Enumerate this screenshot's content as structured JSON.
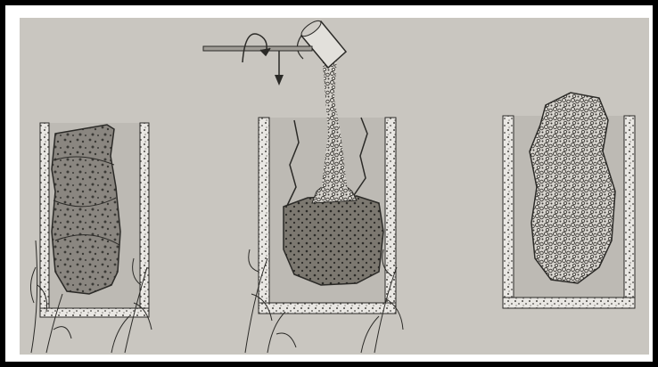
{
  "figure": {
    "kind": "illustration",
    "panels": [
      "panel-1",
      "panel-2",
      "panel-3"
    ],
    "icons": [
      "pouring-container",
      "rotating-arrow",
      "down-arrow"
    ],
    "colors": {
      "frame": "#000000",
      "paper": "#c9c6c0",
      "container_fill": "#bdbab4",
      "mass_dark": "#7c7870",
      "mass_light": "#e2e0db",
      "ink": "#2b2a27"
    }
  }
}
